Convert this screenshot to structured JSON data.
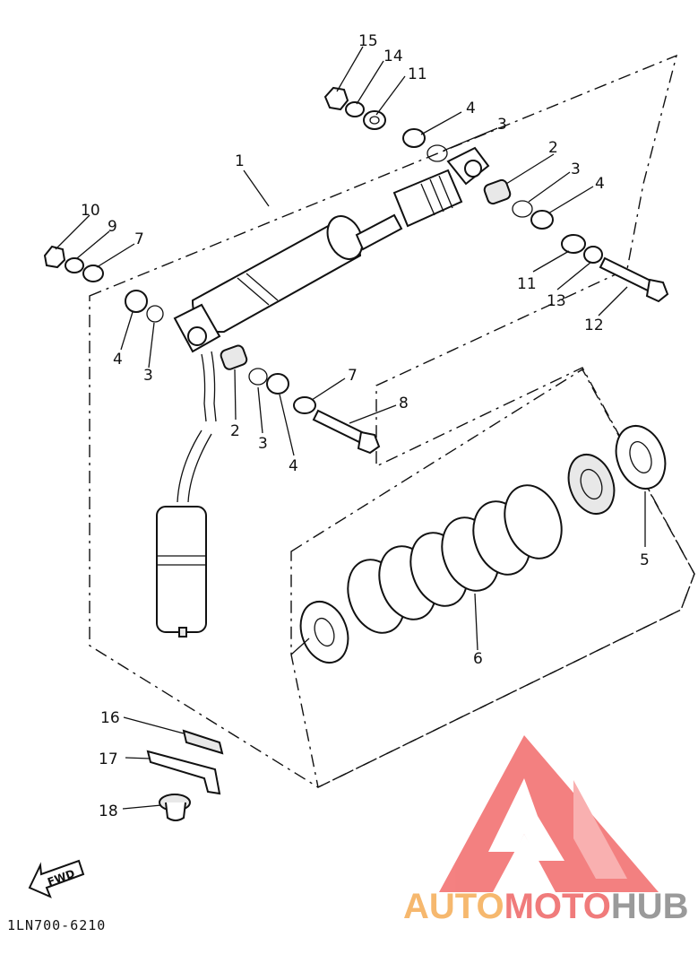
{
  "diagram": {
    "callouts": [
      {
        "id": "c1",
        "text": "1"
      },
      {
        "id": "c2a",
        "text": "2"
      },
      {
        "id": "c2b",
        "text": "2"
      },
      {
        "id": "c3a",
        "text": "3"
      },
      {
        "id": "c3b",
        "text": "3"
      },
      {
        "id": "c3c",
        "text": "3"
      },
      {
        "id": "c3d",
        "text": "3"
      },
      {
        "id": "c4a",
        "text": "4"
      },
      {
        "id": "c4b",
        "text": "4"
      },
      {
        "id": "c4c",
        "text": "4"
      },
      {
        "id": "c4d",
        "text": "4"
      },
      {
        "id": "c5",
        "text": "5"
      },
      {
        "id": "c6",
        "text": "6"
      },
      {
        "id": "c7a",
        "text": "7"
      },
      {
        "id": "c7b",
        "text": "7"
      },
      {
        "id": "c8",
        "text": "8"
      },
      {
        "id": "c9",
        "text": "9"
      },
      {
        "id": "c10",
        "text": "10"
      },
      {
        "id": "c11a",
        "text": "11"
      },
      {
        "id": "c11b",
        "text": "11"
      },
      {
        "id": "c12",
        "text": "12"
      },
      {
        "id": "c13",
        "text": "13"
      },
      {
        "id": "c14",
        "text": "14"
      },
      {
        "id": "c15",
        "text": "15"
      },
      {
        "id": "c16",
        "text": "16"
      },
      {
        "id": "c17",
        "text": "17"
      },
      {
        "id": "c18",
        "text": "18"
      }
    ],
    "direction_arrow": "FWD",
    "drawing_code": "1LN700-6210"
  },
  "watermark": {
    "part1": "AUTO",
    "part2": "MOTO",
    "part3": "HUB",
    "color1": "#f6b86e",
    "color2": "#f07b7b",
    "color3": "#9a9a9a",
    "logo_color": "#f26b6b"
  }
}
